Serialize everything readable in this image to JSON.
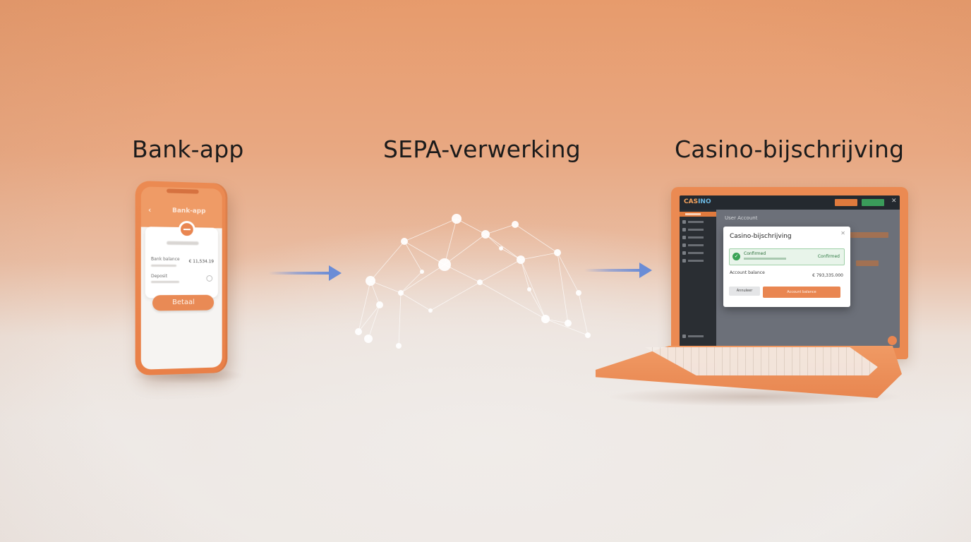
{
  "steps": {
    "bank_app": "Bank-app",
    "sepa": "SEPA-verwerking",
    "casino": "Casino-bijschrijving"
  },
  "phone": {
    "back_icon": "chevron-left-icon",
    "title": "Bank-app",
    "balance_label": "Bank balance",
    "balance_value": "€ 11,534.19",
    "second_label": "Deposit",
    "button_label": "Betaal"
  },
  "laptop": {
    "logo_left": "CAS",
    "logo_right": "INO",
    "page_title": "User Account",
    "modal": {
      "title": "Casino-bijschrijving",
      "close_icon": "close-icon",
      "status_title": "Confirmed",
      "status_right": "Confirmed",
      "balance_label": "Account balance",
      "balance_value": "€ 793,335.000",
      "cancel_label": "Annuleer",
      "confirm_label": "Account balance"
    }
  },
  "colors": {
    "accent": "#e98651",
    "arrow": "#6a8cd6",
    "success": "#3aa357"
  }
}
